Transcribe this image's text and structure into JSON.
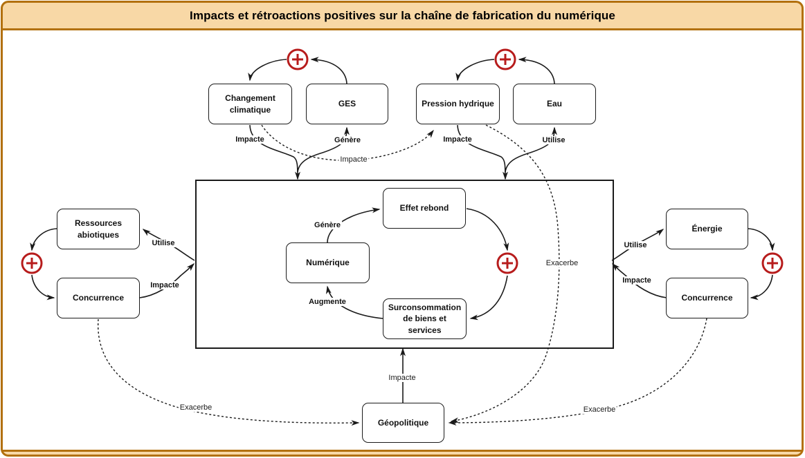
{
  "title": "Impacts et rétroactions positives sur la chaîne de fabrication du numérique",
  "colors": {
    "frame_border": "#b2700e",
    "frame_fill": "#f8d8a6",
    "feedback_red": "#b71c1c",
    "line_black": "#1a1a1a"
  },
  "nodes": {
    "changement_climatique": "Changement climatique",
    "ges": "GES",
    "pression_hydrique": "Pression hydrique",
    "eau": "Eau",
    "ressources_abiotiques": "Ressources abiotiques",
    "concurrence_gauche": "Concurrence",
    "energie": "Énergie",
    "concurrence_droite": "Concurrence",
    "effet_rebond": "Effet rebond",
    "numerique": "Numérique",
    "surconsommation": "Surconsommation de biens et services",
    "geopolitique": "Géopolitique"
  },
  "edge_labels": {
    "climat_vers_centre": "Impacte",
    "centre_vers_ges": "Génère",
    "pression_vers_centre": "Impacte",
    "centre_vers_eau": "Utilise",
    "climat_vers_pression": "Impacte",
    "centre_vers_ressources": "Utilise",
    "concurrence_g_vers_centre": "Impacte",
    "centre_vers_energie": "Utilise",
    "concurrence_d_vers_centre": "Impacte",
    "numerique_vers_rebond": "Génère",
    "surconsommation_vers_numerique": "Augmente",
    "pression_vers_geopolitique": "Exacerbe",
    "geopolitique_vers_centre": "Impacte",
    "concurrence_g_vers_geopolitique": "Exacerbe",
    "concurrence_d_vers_geopolitique": "Exacerbe"
  }
}
